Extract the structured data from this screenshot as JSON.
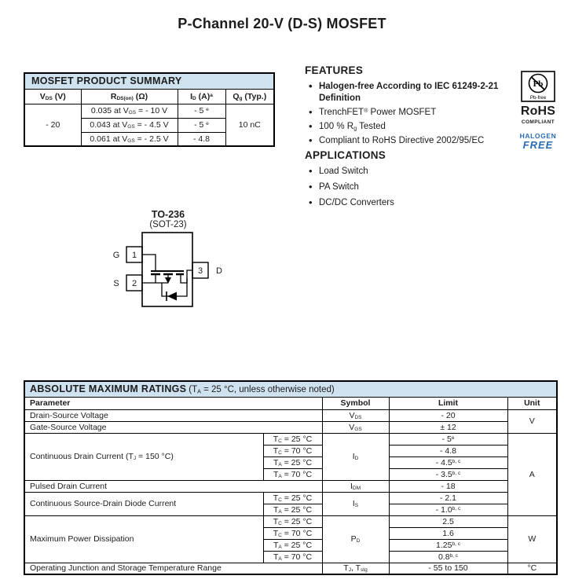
{
  "title": "P-Channel 20-V (D-S) MOSFET",
  "colors": {
    "table_header_bg": "#cfe2f0",
    "accent_blue": "#2a6cb4"
  },
  "summary": {
    "title": "MOSFET PRODUCT SUMMARY",
    "col_vds": "V<sub>DS</sub> (V)",
    "col_rds": "R<sub>DS(on)</sub> (Ω)",
    "col_id": "I<sub>D</sub> (A)<sup>a</sup>",
    "col_qg": "Q<sub>g</sub> (Typ.)",
    "vds": "- 20",
    "qg": "10 nC",
    "rows": [
      {
        "rds": "0.035 at V<sub>GS</sub> = - 10 V",
        "id": "- 5 <sup>e</sup>"
      },
      {
        "rds": "0.043 at V<sub>GS</sub> = - 4.5 V",
        "id": "- 5 <sup>e</sup>"
      },
      {
        "rds": "0.061 at V<sub>GS</sub> = - 2.5 V",
        "id": "- 4.8"
      }
    ]
  },
  "features": {
    "heading": "FEATURES",
    "items": [
      "Halogen-free According to IEC 61249-2-21 Definition",
      "TrenchFET<sup>®</sup> Power MOSFET",
      "100 % R<sub>g</sub> Tested",
      "Compliant to RoHS Directive 2002/95/EC"
    ]
  },
  "applications": {
    "heading": "APPLICATIONS",
    "items": [
      "Load Switch",
      "PA Switch",
      "DC/DC Converters"
    ]
  },
  "compliance": {
    "pb": "Pb",
    "pb_free": "Pb-free",
    "rohs": "RoHS",
    "compliant": "COMPLIANT",
    "halogen": "HALOGEN",
    "free": "FREE"
  },
  "package": {
    "name": "TO-236",
    "variant": "(SOT-23)",
    "pin1_num": "1",
    "pin1_label": "G",
    "pin2_num": "2",
    "pin2_label": "S",
    "pin3_num": "3",
    "pin3_label": "D"
  },
  "amr": {
    "title": "ABSOLUTE MAXIMUM RATINGS",
    "note": "(T<sub>A</sub> = 25 °C, unless otherwise noted)",
    "h_parameter": "Parameter",
    "h_symbol": "Symbol",
    "h_limit": "Limit",
    "h_unit": "Unit",
    "rows": [
      {
        "parameter": "Drain-Source Voltage",
        "symbol": "V<sub>DS</sub>",
        "limit": "- 20",
        "unit": "V"
      },
      {
        "parameter": "Gate-Source Voltage",
        "symbol": "V<sub>GS</sub>",
        "limit": "± 12"
      },
      {
        "parameter": "Continuous Drain Current (T<sub>J</sub> = 150 °C)",
        "condition": "T<sub>C</sub> = 25 °C",
        "symbol": "I<sub>D</sub>",
        "limit": "- 5<sup>e</sup>",
        "unit": "A"
      },
      {
        "condition": "T<sub>C</sub> = 70 °C",
        "limit": "- 4.8"
      },
      {
        "condition": "T<sub>A</sub> = 25 °C",
        "limit": "- 4.5<sup>b, c</sup>"
      },
      {
        "condition": "T<sub>A</sub> = 70 °C",
        "limit": "- 3.5<sup>b, c</sup>"
      },
      {
        "parameter": "Pulsed Drain Current",
        "symbol": "I<sub>DM</sub>",
        "limit": "- 18"
      },
      {
        "parameter": "Continuous Source-Drain Diode Current",
        "condition": "T<sub>C</sub> = 25 °C",
        "symbol": "I<sub>S</sub>",
        "limit": "- 2.1"
      },
      {
        "condition": "T<sub>A</sub> = 25 °C",
        "limit": "- 1.0<sup>b, c</sup>"
      },
      {
        "parameter": "Maximum Power Dissipation",
        "condition": "T<sub>C</sub> = 25 °C",
        "symbol": "P<sub>D</sub>",
        "limit": "2.5",
        "unit": "W"
      },
      {
        "condition": "T<sub>C</sub> = 70 °C",
        "limit": "1.6"
      },
      {
        "condition": "T<sub>A</sub> = 25 °C",
        "limit": "1.25<sup>b, c</sup>"
      },
      {
        "condition": "T<sub>A</sub> = 70 °C",
        "limit": "0.8<sup>b, c</sup>"
      },
      {
        "parameter": "Operating Junction and Storage Temperature Range",
        "symbol": "T<sub>J</sub>, T<sub>stg</sub>",
        "limit": "- 55 to 150",
        "unit": "°C"
      }
    ]
  }
}
